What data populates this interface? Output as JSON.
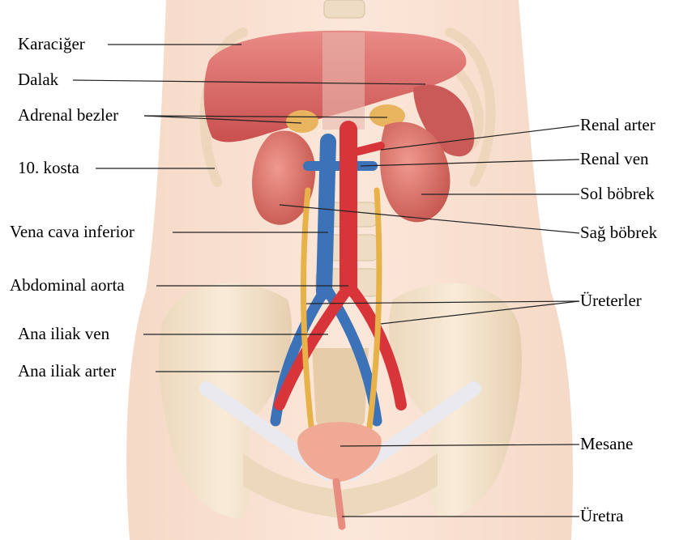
{
  "figure": {
    "labels_left": {
      "liver": "Karaciğer",
      "spleen": "Dalak",
      "adrenal": "Adrenal bezler",
      "rib10": "10. kosta",
      "ivc": "Vena cava inferior",
      "aorta": "Abdominal aorta",
      "iliac_vein": "Ana iliak ven",
      "iliac_artery": "Ana iliak arter"
    },
    "labels_right": {
      "renal_artery": "Renal arter",
      "renal_vein": "Renal ven",
      "left_kidney": "Sol böbrek",
      "right_kidney": "Sağ böbrek",
      "ureters": "Üreterler",
      "bladder": "Mesane",
      "urethra": "Üretra"
    }
  }
}
